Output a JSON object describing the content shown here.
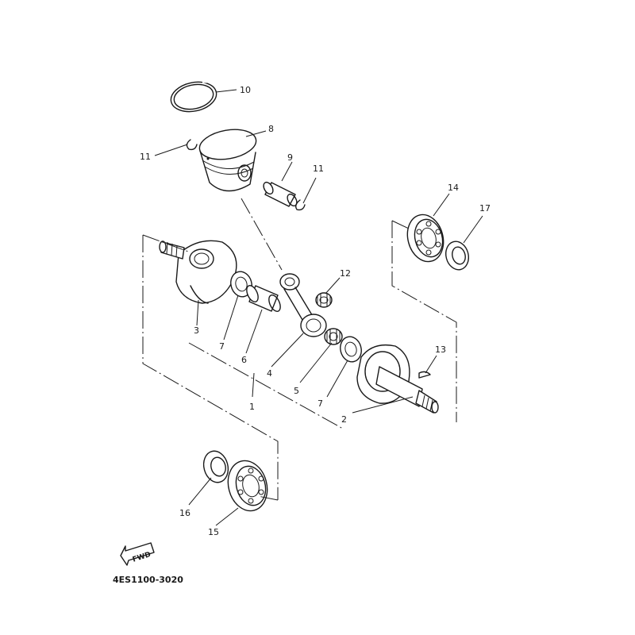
{
  "diagram": {
    "part_code": "4ES1100-3020",
    "fwd_label": "FWD",
    "callouts": {
      "c1": "1",
      "c2": "2",
      "c3": "3",
      "c4": "4",
      "c5": "5",
      "c6": "6",
      "c7a": "7",
      "c7b": "7",
      "c8": "8",
      "c9": "9",
      "c10": "10",
      "c11a": "11",
      "c11b": "11",
      "c12": "12",
      "c13": "13",
      "c14": "14",
      "c15": "15",
      "c16": "16",
      "c17": "17"
    }
  }
}
